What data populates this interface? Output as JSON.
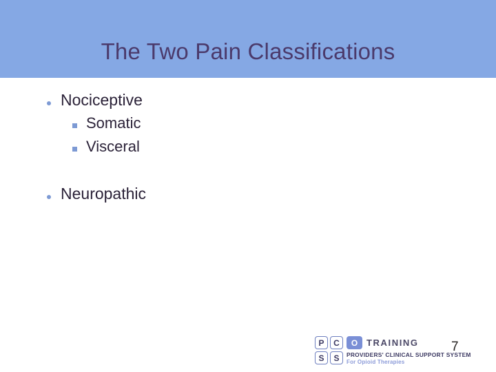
{
  "slide": {
    "title": "The Two Pain Classifications",
    "page_number": "7",
    "colors": {
      "header_band": "#85a8e4",
      "title_text": "#4b3a6b",
      "body_text": "#2b2238",
      "bullet_marker": "#7d9ad4",
      "background": "#ffffff",
      "logo_accent": "#7a8fd6",
      "logo_tagline": "#8b9ad8"
    },
    "groups": [
      {
        "items": [
          {
            "level": 1,
            "marker": "bullet-dot",
            "label": "Nociceptive"
          },
          {
            "level": 2,
            "marker": "section-square",
            "label": "Somatic"
          },
          {
            "level": 2,
            "marker": "section-square",
            "label": "Visceral"
          }
        ]
      },
      {
        "items": [
          {
            "level": 1,
            "marker": "bullet-dot",
            "label": "Neuropathic"
          }
        ]
      }
    ]
  },
  "logo": {
    "letters": [
      "P",
      "C",
      "S",
      "S"
    ],
    "circle_letter": "O",
    "training_word": "TRAINING",
    "org_line": "PROVIDERS' CLINICAL SUPPORT SYSTEM",
    "tagline": "For Opioid Therapies"
  }
}
